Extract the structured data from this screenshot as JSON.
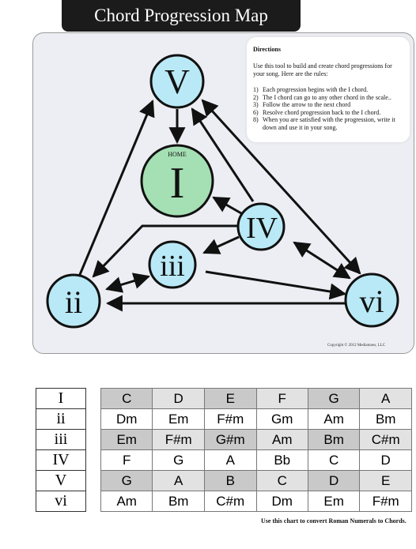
{
  "title": "Chord Progression Map",
  "directions": {
    "heading": "Directions",
    "intro": "Use this tool to build and create chord progressions for your song.  Here are the rules:",
    "rules": [
      {
        "num": "1)",
        "text": "Each progression begins with the I chord."
      },
      {
        "num": "2)",
        "text": "The I chord can go to any other chord in the scale.."
      },
      {
        "num": "3)",
        "text": "Follow the arrow to the next chord"
      },
      {
        "num": "6)",
        "text": "Resolve chord progression back to the I chord."
      },
      {
        "num": "8)",
        "text": "When you are satisfied with the progression, write it down and use it in your song."
      }
    ]
  },
  "copyright": "Copyright © 2012 Mediatunes, LLC",
  "nodes": {
    "V": "V",
    "I": "I",
    "home": "HOME",
    "IV": "IV",
    "iii": "iii",
    "ii": "ii",
    "vi": "vi"
  },
  "colors": {
    "node_blue": "#b9e9f6",
    "home_green": "#a4e0b4",
    "outline": "#111111"
  },
  "numerals": [
    "I",
    "ii",
    "iii",
    "IV",
    "V",
    "vi"
  ],
  "chord_chart": [
    [
      "C",
      "D",
      "E",
      "F",
      "G",
      "A"
    ],
    [
      "Dm",
      "Em",
      "F#m",
      "Gm",
      "Am",
      "Bm"
    ],
    [
      "Em",
      "F#m",
      "G#m",
      "Am",
      "Bm",
      "C#m"
    ],
    [
      "F",
      "G",
      "A",
      "Bb",
      "C",
      "D"
    ],
    [
      "G",
      "A",
      "B",
      "C",
      "D",
      "E"
    ],
    [
      "Am",
      "Bm",
      "C#m",
      "Dm",
      "Em",
      "F#m"
    ]
  ],
  "footnote": "Use this chart to convert Roman Numerals to Chords."
}
